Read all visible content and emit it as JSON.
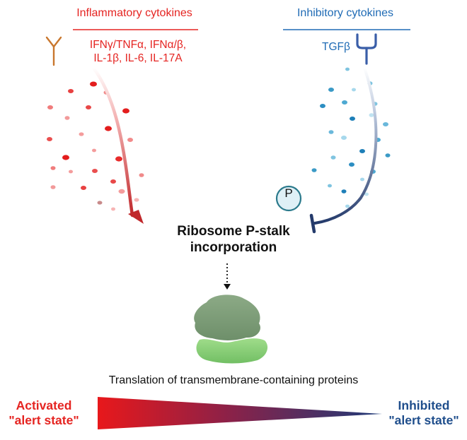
{
  "inflammatory": {
    "title": "Inflammatory cytokines",
    "lines": [
      "IFNγ/TNFα, IFNα/β,",
      "IL-1β, IL-6, IL-17A"
    ]
  },
  "inhibitory": {
    "title": "Inhibitory cytokines",
    "ligand": "TGFβ"
  },
  "phospho_label": "P",
  "center": {
    "line1": "Ribosome P-stalk",
    "line2": "incorporation"
  },
  "caption": "Translation of transmembrane-containing proteins",
  "activated": {
    "line1": "Activated",
    "line2": "\"alert state\""
  },
  "inhibited": {
    "line1": "Inhibited",
    "line2": "\"alert state\""
  },
  "colors": {
    "red": "#e52421",
    "blue": "#1f6bb5",
    "navy": "#243a6b",
    "ribosome_top": "#7f9f7c",
    "ribosome_bottom": "#8fd07a",
    "receptor_red": "#c9772e",
    "receptor_blue": "#3a5ea8"
  }
}
